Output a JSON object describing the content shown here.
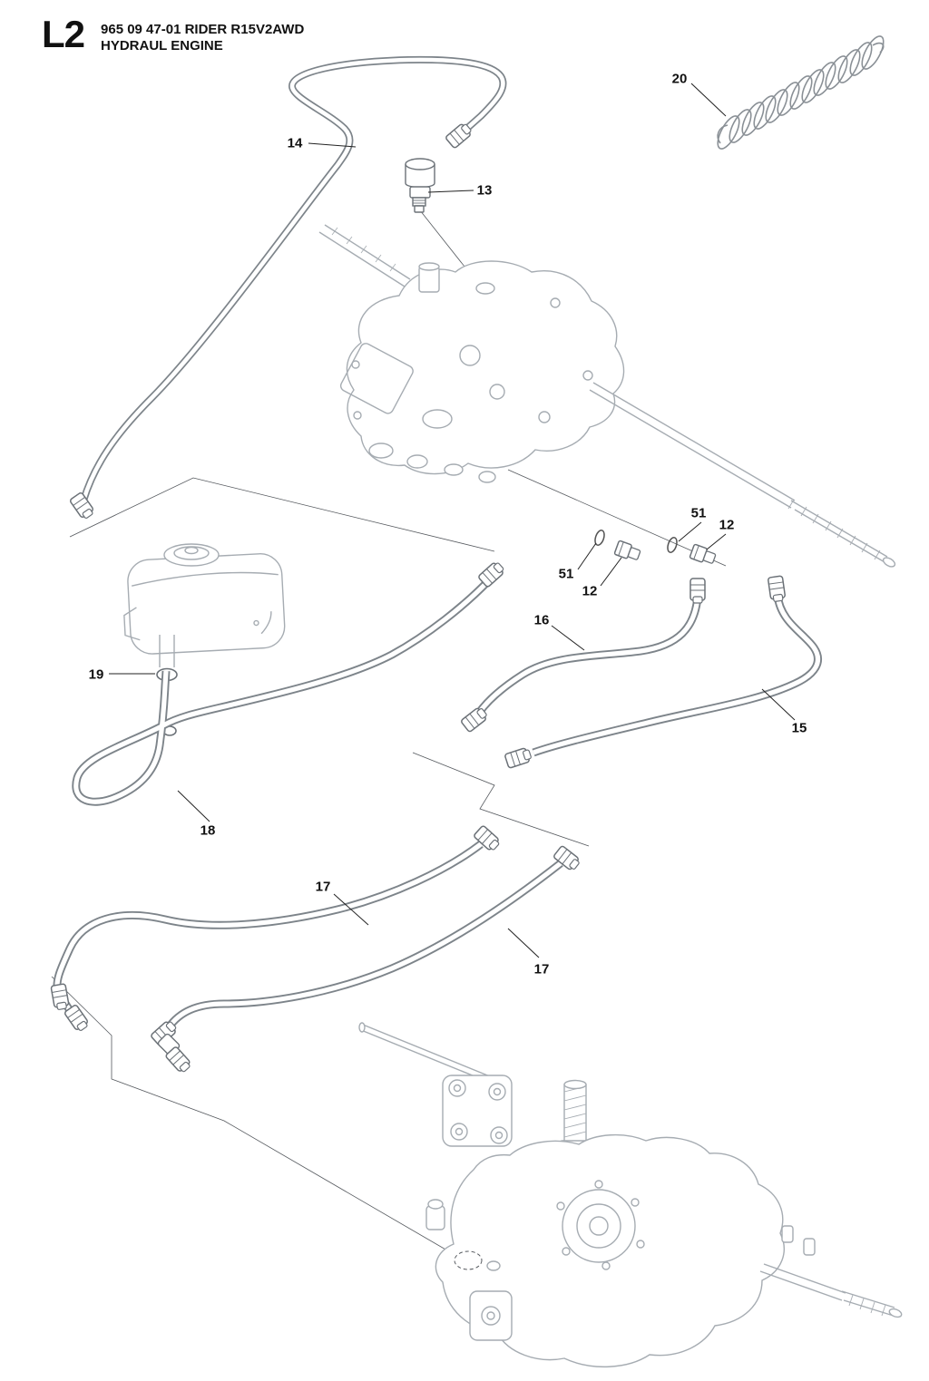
{
  "header": {
    "code": "L2",
    "model": "965 09 47-01 RIDER R15V2AWD",
    "section": "HYDRAUL ENGINE"
  },
  "callouts": [
    {
      "id": "coil-spring",
      "text": "20"
    },
    {
      "id": "hose-steel-pipe",
      "text": "14"
    },
    {
      "id": "elbow-fitting",
      "text": "13"
    },
    {
      "id": "o-ring-right",
      "text": "51"
    },
    {
      "id": "fitting-right",
      "text": "12"
    },
    {
      "id": "o-ring-left",
      "text": "51"
    },
    {
      "id": "fitting-left",
      "text": "12"
    },
    {
      "id": "hose-16",
      "text": "16"
    },
    {
      "id": "hose-15",
      "text": "15"
    },
    {
      "id": "clamp-ring",
      "text": "19"
    },
    {
      "id": "hose-loop",
      "text": "18"
    },
    {
      "id": "hose-17-upper",
      "text": "17"
    },
    {
      "id": "hose-17-lower",
      "text": "17"
    }
  ],
  "colors": {
    "line_art": "#a6acb2",
    "hose_outline": "#7d848a",
    "fitting_outline": "#6b7177",
    "leader": "#222222",
    "text": "#111111",
    "background": "#ffffff"
  }
}
